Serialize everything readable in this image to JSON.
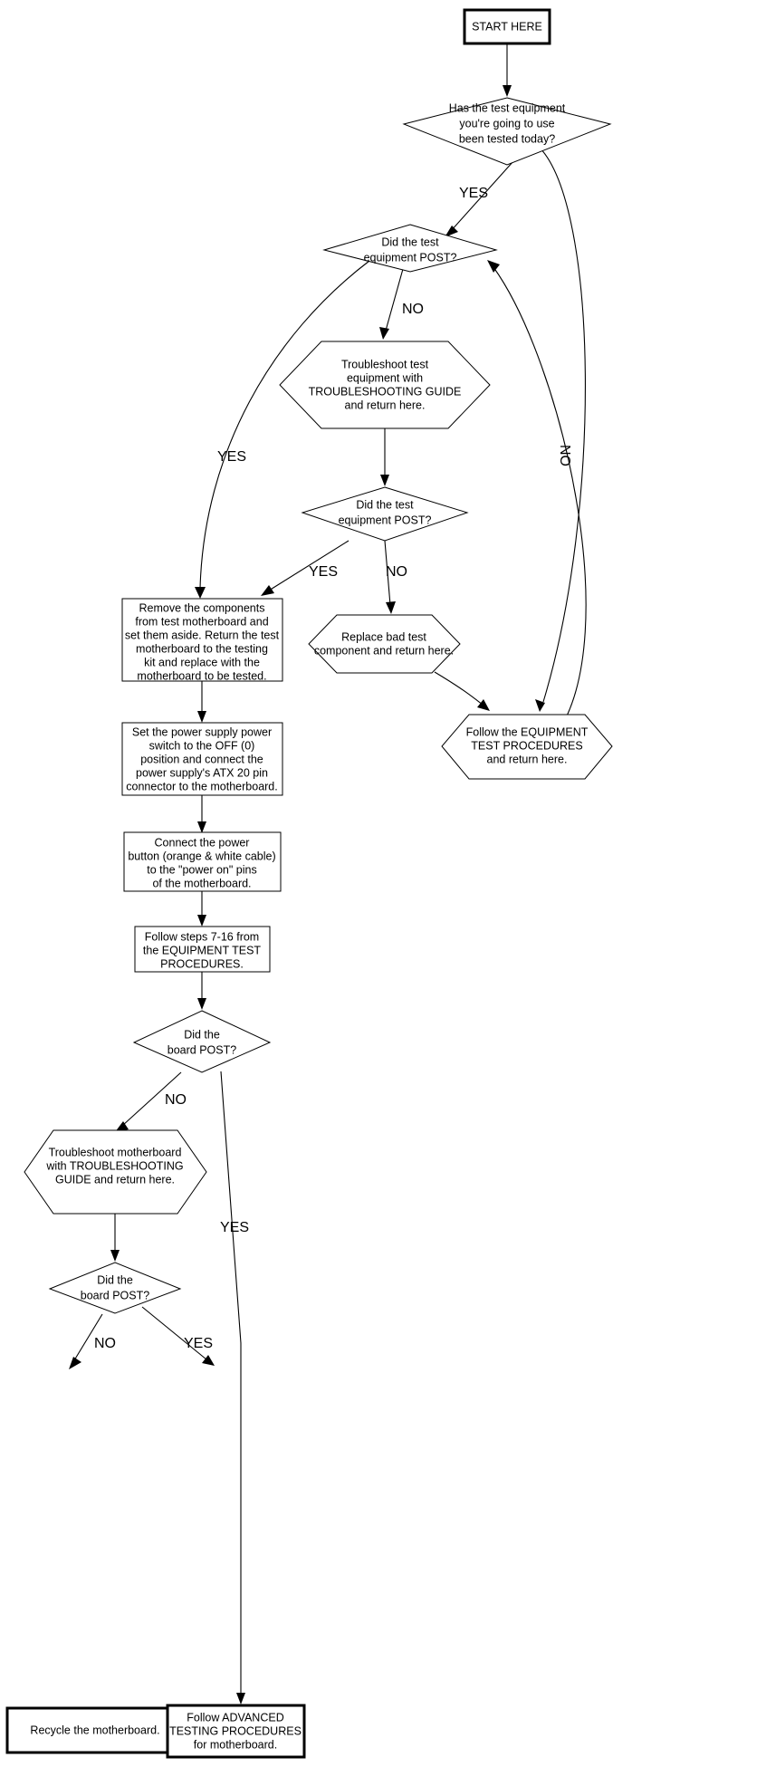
{
  "diagram": {
    "title": "Motherboard Testing Troubleshooting Flowchart",
    "colors": {
      "background": "#ffffff",
      "stroke": "#000000",
      "fill": "#ffffff"
    },
    "nodes": {
      "start": {
        "shape": "terminal-box",
        "lines": [
          "START HERE"
        ]
      },
      "q_equipment_tested": {
        "shape": "decision-diamond",
        "lines": [
          "Has the test equipment",
          "you're going to use",
          "been tested today?"
        ]
      },
      "q_test_equipment_post_1": {
        "shape": "decision-diamond",
        "lines": [
          "Did the test",
          "equipment POST?"
        ]
      },
      "troubleshoot_test_equipment": {
        "shape": "process-hexagon",
        "lines": [
          "Troubleshoot test",
          "equipment with",
          "TROUBLESHOOTING GUIDE",
          "and return here."
        ]
      },
      "q_test_equipment_post_2": {
        "shape": "decision-diamond",
        "lines": [
          "Did the test",
          "equipment POST?"
        ]
      },
      "replace_bad_component": {
        "shape": "process-hexagon",
        "lines": [
          "Replace bad test",
          "component and return here."
        ]
      },
      "follow_equipment_test_procedures": {
        "shape": "process-hexagon",
        "lines": [
          "Follow the EQUIPMENT",
          "TEST PROCEDURES",
          "and return here."
        ]
      },
      "remove_components": {
        "shape": "process-box",
        "lines": [
          "Remove the components",
          "from test motherboard and",
          "set them aside. Return the test",
          "motherboard to the testing",
          "kit and replace with the",
          "motherboard to be tested."
        ]
      },
      "set_power_supply": {
        "shape": "process-box",
        "lines": [
          "Set the power supply power",
          "switch to the OFF (0)",
          "position and connect the",
          "power supply's ATX 20 pin",
          "connector to the motherboard."
        ]
      },
      "connect_power_button": {
        "shape": "process-box",
        "lines": [
          "Connect the power",
          "button (orange & white cable)",
          "to the \"power on\" pins",
          "of the motherboard."
        ]
      },
      "follow_steps_7_16": {
        "shape": "process-box",
        "lines": [
          "Follow steps 7-16 from",
          "the EQUIPMENT TEST",
          "PROCEDURES."
        ]
      },
      "q_board_post_1": {
        "shape": "decision-diamond",
        "lines": [
          "Did the",
          "board POST?"
        ]
      },
      "troubleshoot_motherboard": {
        "shape": "process-hexagon",
        "lines": [
          "Troubleshoot motherboard",
          "with TROUBLESHOOTING",
          "GUIDE and return here."
        ]
      },
      "q_board_post_2": {
        "shape": "decision-diamond",
        "lines": [
          "Did the",
          "board POST?"
        ]
      },
      "recycle_motherboard": {
        "shape": "terminal-box",
        "lines": [
          "Recycle the motherboard."
        ]
      },
      "follow_advanced_testing": {
        "shape": "terminal-box",
        "lines": [
          "Follow ADVANCED",
          "TESTING PROCEDURES",
          "for motherboard."
        ]
      }
    },
    "edge_labels": {
      "equipment_tested_yes": "YES",
      "equipment_tested_no": "NO",
      "test_post_1_yes": "YES",
      "test_post_1_no": "NO",
      "test_post_2_yes": "YES",
      "test_post_2_no": "NO",
      "board_post_1_no": "NO",
      "board_post_1_yes": "YES",
      "board_post_2_no": "NO",
      "board_post_2_yes": "YES"
    }
  }
}
